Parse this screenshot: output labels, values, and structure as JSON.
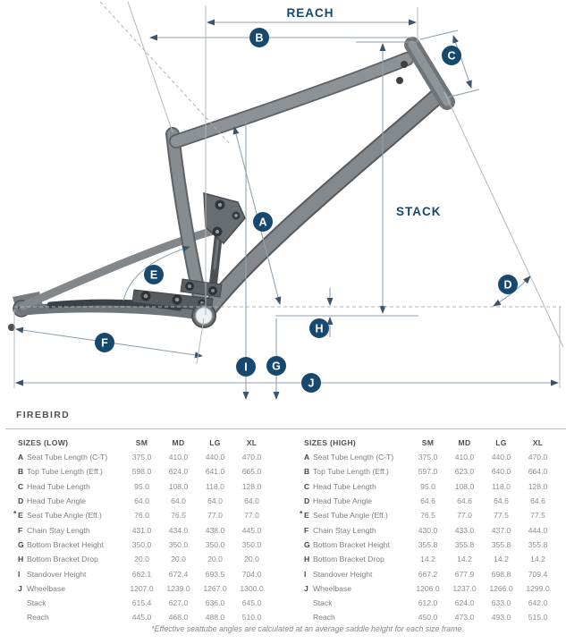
{
  "title": "FIREBIRD",
  "diagram": {
    "reach_label": "REACH",
    "stack_label": "STACK",
    "markers": {
      "a": "A",
      "b": "B",
      "c": "C",
      "d": "D",
      "e": "E",
      "f": "F",
      "g": "G",
      "h": "H",
      "i": "I",
      "j": "J"
    }
  },
  "tables": {
    "low": {
      "header": "SIZES (LOW)",
      "columns": [
        "SM",
        "MD",
        "LG",
        "XL"
      ],
      "rows": [
        {
          "note": "",
          "prefix": "A",
          "label": "Seat Tube Length (C-T)",
          "values": [
            "375.0",
            "410.0",
            "440.0",
            "470.0"
          ]
        },
        {
          "note": "",
          "prefix": "B",
          "label": "Top Tube Length (Eff.)",
          "values": [
            "598.0",
            "624.0",
            "641.0",
            "665.0"
          ]
        },
        {
          "note": "",
          "prefix": "C",
          "label": "Head Tube Length",
          "values": [
            "95.0",
            "108.0",
            "118.0",
            "128.0"
          ]
        },
        {
          "note": "",
          "prefix": "D",
          "label": "Head Tube Angle",
          "values": [
            "64.0",
            "64.0",
            "64.0",
            "64.0"
          ]
        },
        {
          "note": "*",
          "prefix": "E",
          "label": "Seat Tube Angle (Eff.)",
          "values": [
            "76.0",
            "76.5",
            "77.0",
            "77.0"
          ]
        },
        {
          "note": "",
          "prefix": "F",
          "label": "Chain Stay Length",
          "values": [
            "431.0",
            "434.0",
            "438.0",
            "445.0"
          ]
        },
        {
          "note": "",
          "prefix": "G",
          "label": "Bottom Bracket Height",
          "values": [
            "350.0",
            "350.0",
            "350.0",
            "350.0"
          ]
        },
        {
          "note": "",
          "prefix": "H",
          "label": "Bottom Bracket Drop",
          "values": [
            "20.0",
            "20.0",
            "20.0",
            "20.0"
          ]
        },
        {
          "note": "",
          "prefix": "I",
          "label": "Standover Height",
          "values": [
            "662.1",
            "672.4",
            "693.5",
            "704.0"
          ]
        },
        {
          "note": "",
          "prefix": "J",
          "label": "Wheelbase",
          "values": [
            "1207.0",
            "1239.0",
            "1267.0",
            "1300.0"
          ]
        },
        {
          "note": "",
          "prefix": "",
          "label": "Stack",
          "values": [
            "615.4",
            "627.0",
            "636.0",
            "645.0"
          ]
        },
        {
          "note": "",
          "prefix": "",
          "label": "Reach",
          "values": [
            "445.0",
            "468.0",
            "488.0",
            "510.0"
          ]
        }
      ]
    },
    "high": {
      "header": "SIZES (HIGH)",
      "columns": [
        "SM",
        "MD",
        "LG",
        "XL"
      ],
      "rows": [
        {
          "note": "",
          "prefix": "A",
          "label": "Seat Tube Length (C-T)",
          "values": [
            "375.0",
            "410.0",
            "440.0",
            "470.0"
          ]
        },
        {
          "note": "",
          "prefix": "B",
          "label": "Top Tube Length (Eff.)",
          "values": [
            "597.0",
            "623.0",
            "640.0",
            "664.0"
          ]
        },
        {
          "note": "",
          "prefix": "C",
          "label": "Head Tube Length",
          "values": [
            "95.0",
            "108.0",
            "118.0",
            "128.0"
          ]
        },
        {
          "note": "",
          "prefix": "D",
          "label": "Head Tube Angle",
          "values": [
            "64.6",
            "64.6",
            "64.6",
            "64.6"
          ]
        },
        {
          "note": "*",
          "prefix": "E",
          "label": "Seat Tube Angle (Eff.)",
          "values": [
            "76.5",
            "77.0",
            "77.5",
            "77.5"
          ]
        },
        {
          "note": "",
          "prefix": "F",
          "label": "Chain Stay Length",
          "values": [
            "430.0",
            "433.0",
            "437.0",
            "444.0"
          ]
        },
        {
          "note": "",
          "prefix": "G",
          "label": "Bottom Bracket Height",
          "values": [
            "355.8",
            "355.8",
            "355.8",
            "355.8"
          ]
        },
        {
          "note": "",
          "prefix": "H",
          "label": "Bottom Bracket Drop",
          "values": [
            "14.2",
            "14.2",
            "14.2",
            "14.2"
          ]
        },
        {
          "note": "",
          "prefix": "I",
          "label": "Standover Height",
          "values": [
            "667.2",
            "677.9",
            "698.8",
            "709.4"
          ]
        },
        {
          "note": "",
          "prefix": "J",
          "label": "Wheelbase",
          "values": [
            "1206.0",
            "1237.0",
            "1266.0",
            "1299.0"
          ]
        },
        {
          "note": "",
          "prefix": "",
          "label": "Stack",
          "values": [
            "612.0",
            "624.0",
            "633.0",
            "642.0"
          ]
        },
        {
          "note": "",
          "prefix": "",
          "label": "Reach",
          "values": [
            "450.0",
            "473.0",
            "493.0",
            "515.0"
          ]
        }
      ]
    }
  },
  "footnote": "*Effective seattube angles are calculated at an average saddle height for each size frame.",
  "colors": {
    "accent": "#17496f",
    "dim_line": "#8fa2af",
    "frame": "#878c90"
  }
}
